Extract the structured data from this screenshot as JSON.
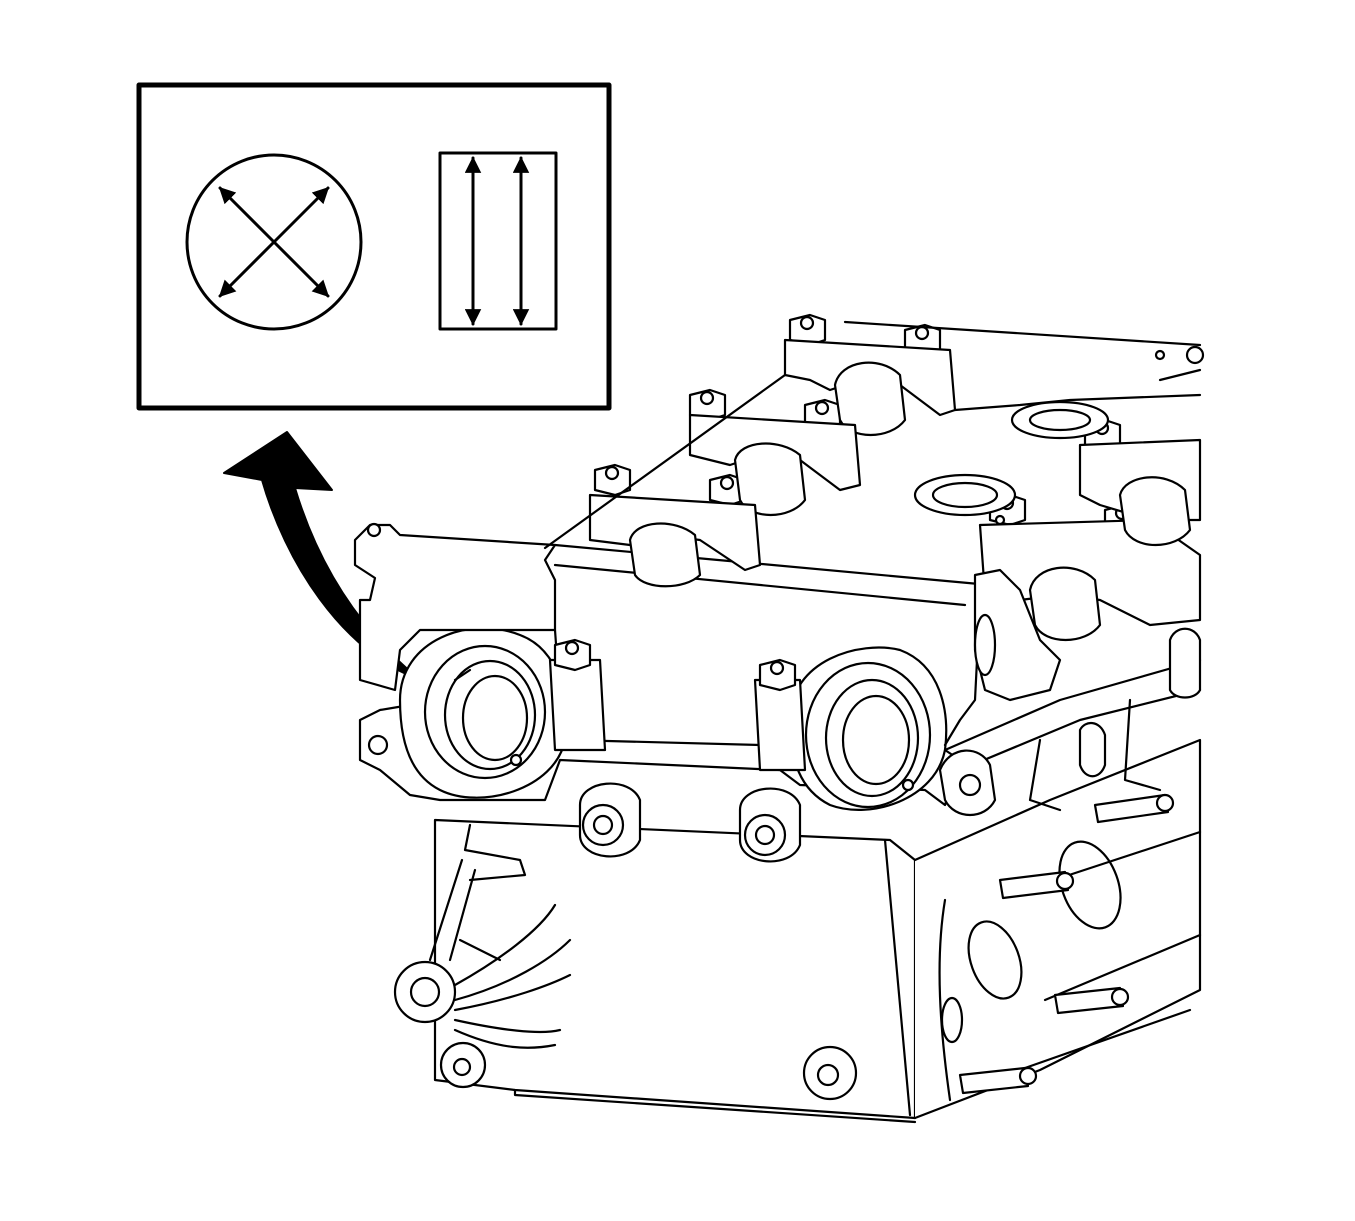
{
  "diagram": {
    "labels": [],
    "colors": {
      "stroke": "#000000",
      "fill": "#ffffff",
      "arrow": "#000000"
    },
    "icons": [
      "inset-callout-box",
      "circle-crossed-arrows-icon",
      "rectangle-vertical-arrows-icon",
      "curved-pointer-arrow",
      "cylinder-head-illustration"
    ]
  }
}
